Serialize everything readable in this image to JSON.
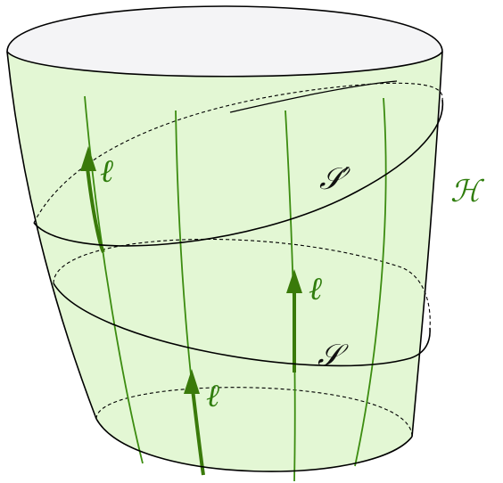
{
  "diagram": {
    "labels": {
      "horizon": "ℋ",
      "slice_upper": "𝒮′",
      "slice_lower": "𝒮",
      "generator": "ℓ"
    },
    "colors": {
      "surface_fill": "#e3f7d4",
      "top_cap_fill": "#f4f4f6",
      "generator_line": "#3c8c10",
      "generator_arrow": "#3a7a0a",
      "outline": "#000000",
      "label_dark": "#111111",
      "label_green": "#2f7d0c"
    },
    "icons": {
      "generator_arrowhead": "arrow-up-icon"
    }
  }
}
